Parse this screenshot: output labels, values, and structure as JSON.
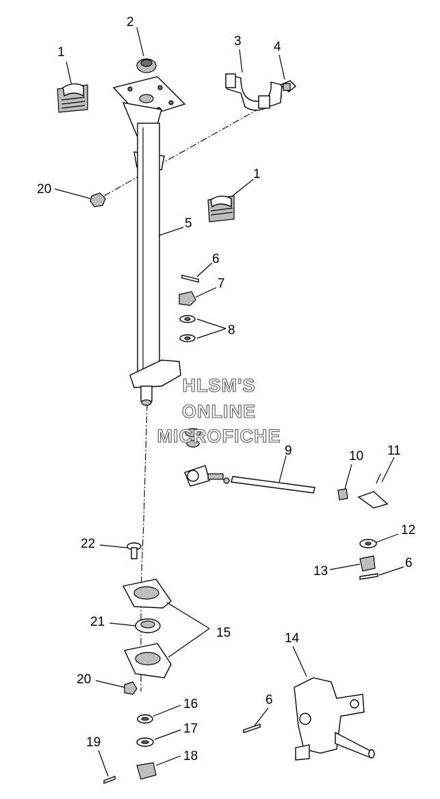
{
  "watermark": [
    "HLSM'S",
    "ONLINE",
    "MICROFICHE"
  ],
  "callouts": {
    "c1a": "1",
    "c1b": "1",
    "c2": "2",
    "c3": "3",
    "c4": "4",
    "c5": "5",
    "c6a": "6",
    "c6b": "6",
    "c6c": "6",
    "c7": "7",
    "c8": "8",
    "c9": "9",
    "c10": "10",
    "c11": "11",
    "c12": "12",
    "c13": "13",
    "c14": "14",
    "c15": "15",
    "c16": "16",
    "c17": "17",
    "c18": "18",
    "c19": "19",
    "c20a": "20",
    "c20b": "20",
    "c21": "21",
    "c22": "22"
  }
}
